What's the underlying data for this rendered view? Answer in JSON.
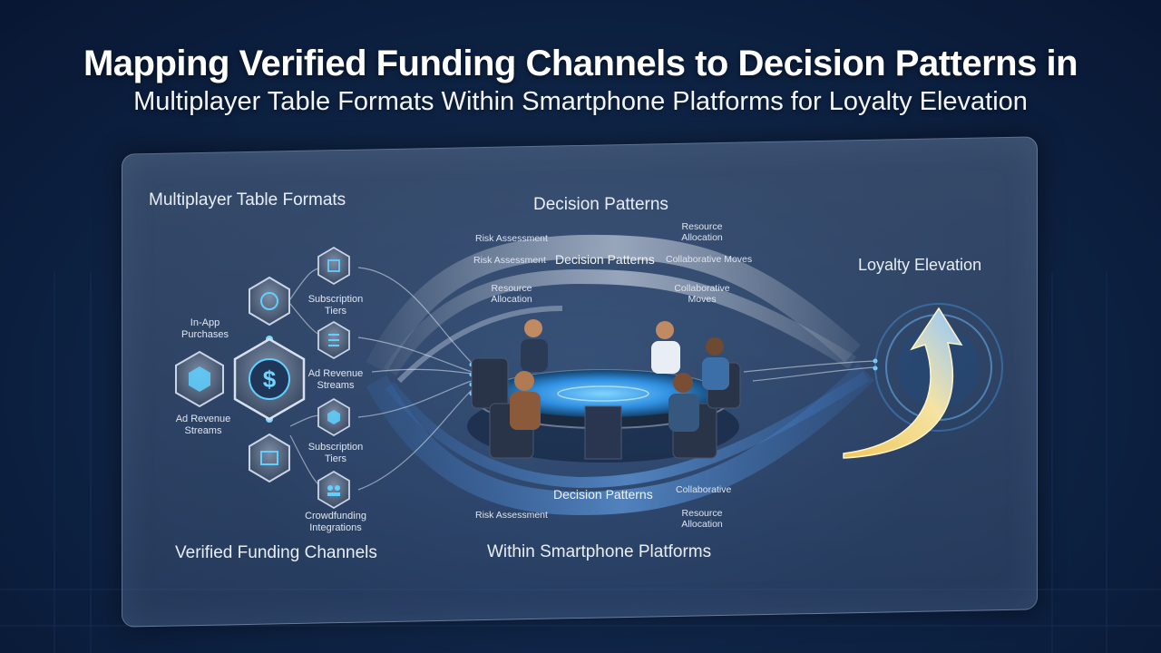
{
  "header": {
    "title": "Mapping Verified Funding Channels to Decision Patterns in",
    "subtitle": "Multiplayer Table Formats Within Smartphone Platforms for Loyalty Elevation"
  },
  "sections": {
    "top_left": "Multiplayer Table Formats",
    "top_center": "Decision Patterns",
    "bottom_left": "Verified Funding Channels",
    "bottom_center": "Within Smartphone Platforms",
    "right": "Loyalty Elevation"
  },
  "funding_nodes": {
    "in_app": "In-App\nPurchases",
    "ad_revenue_left": "Ad Revenue\nStreams",
    "subscription_top": "Subscription\nTiers",
    "ad_revenue_mid": "Ad Revenue\nStreams",
    "subscription_bottom": "Subscription\nTiers",
    "crowdfunding": "Crowdfunding\nIntegrations"
  },
  "top_arcs": {
    "risk_outer": "Risk Assessment",
    "resource_outer": "Resource\nAllocation",
    "risk_inner": "Risk Assessment",
    "decision_center": "Decision Patterns",
    "collaborative_outer": "Collaborative Moves",
    "resource_inner": "Resource\nAllocation",
    "collaborative_inner": "Collaborative\nMoves"
  },
  "bottom_arcs": {
    "decision_center": "Decision Patterns",
    "collaborative": "Collaborative",
    "risk": "Risk Assessment",
    "resource": "Resource\nAllocation"
  },
  "colors": {
    "background": "#0f2547",
    "accent_cyan": "#5fd0ff",
    "arrow_gold": "#f2cf6a",
    "arrow_blue": "#7fb8f5",
    "table_glow": "#3aa8ff"
  }
}
